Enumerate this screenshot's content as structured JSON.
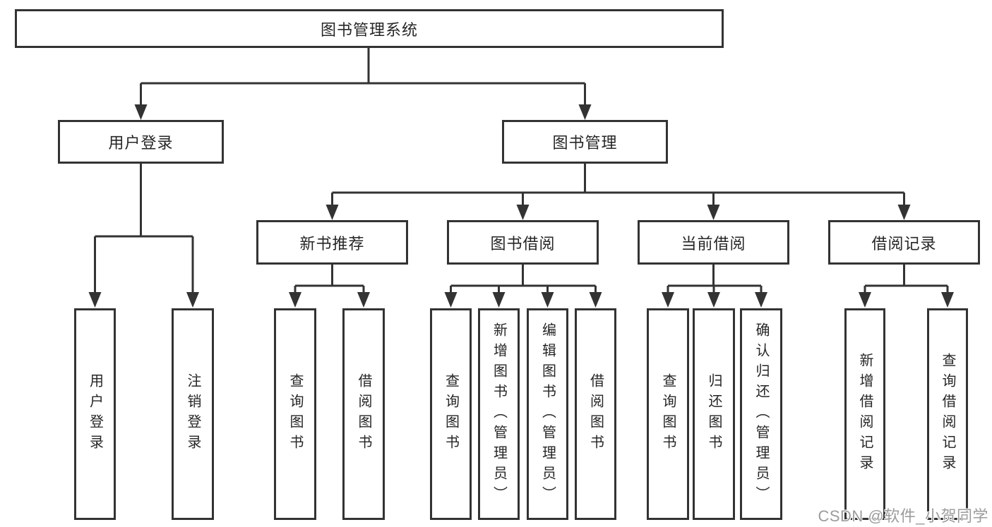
{
  "diagram": {
    "root": {
      "label": "图书管理系统"
    },
    "branches": [
      {
        "label": "用户登录",
        "children": [
          {
            "label": "用户登录"
          },
          {
            "label": "注销登录"
          }
        ]
      },
      {
        "label": "图书管理",
        "children": [
          {
            "label": "新书推荐",
            "children": [
              {
                "label": "查询图书"
              },
              {
                "label": "借阅图书"
              }
            ]
          },
          {
            "label": "图书借阅",
            "children": [
              {
                "label": "查询图书"
              },
              {
                "label": "新增图书（管理员）"
              },
              {
                "label": "编辑图书（管理员）"
              },
              {
                "label": "借阅图书"
              }
            ]
          },
          {
            "label": "当前借阅",
            "children": [
              {
                "label": "查询图书"
              },
              {
                "label": "归还图书"
              },
              {
                "label": "确认归还（管理员）"
              }
            ]
          },
          {
            "label": "借阅记录",
            "children": [
              {
                "label": "新增借阅记录"
              },
              {
                "label": "查询借阅记录"
              }
            ]
          }
        ]
      }
    ],
    "watermark": "CSDN @软件_小贺同学",
    "colors": {
      "line": "#333333",
      "box_border": "#333333",
      "text": "#262626",
      "watermark": "#9c9c9c",
      "background": "#ffffff"
    }
  }
}
